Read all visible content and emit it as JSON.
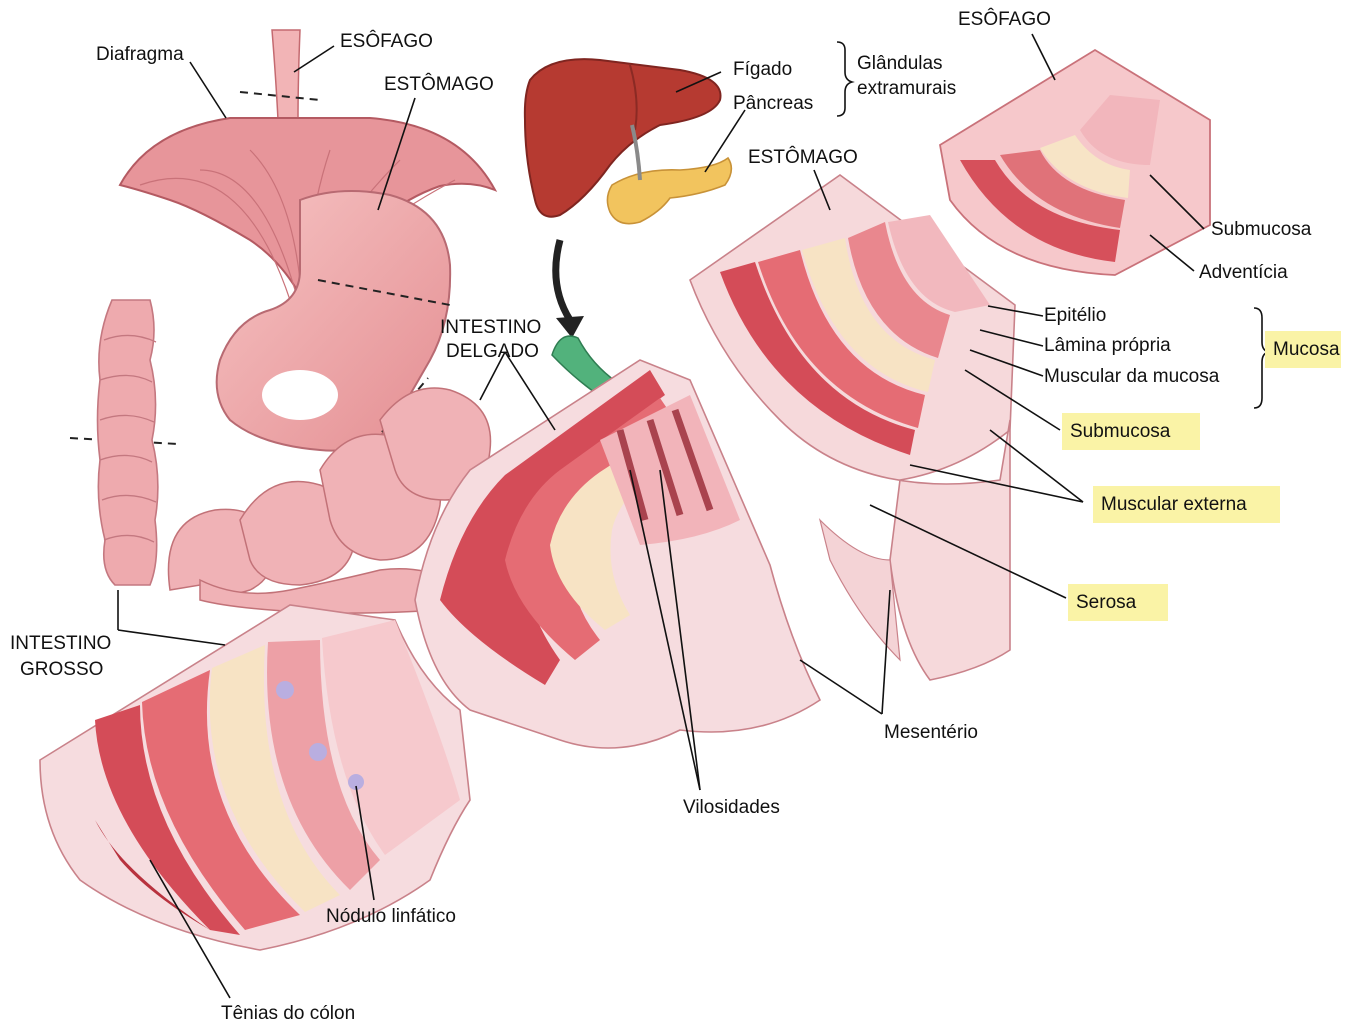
{
  "labels": {
    "diafragma": "Diafragma",
    "esofago_left": "ESÔFAGO",
    "estomago_left": "ESTÔMAGO",
    "figado": "Fígado",
    "pancreas": "Pâncreas",
    "glandulas_1": "Glândulas",
    "glandulas_2": "extramurais",
    "esofago_right": "ESÔFAGO",
    "estomago_right": "ESTÔMAGO",
    "submucosa_top": "Submucosa",
    "adventicia": "Adventícia",
    "epitelio": "Epitélio",
    "lamina_propria": "Lâmina própria",
    "muscular_mucosa": "Muscular da mucosa",
    "mucosa": "Mucosa",
    "submucosa": "Submucosa",
    "muscular_externa": "Muscular externa",
    "serosa": "Serosa",
    "intestino_delgado_1": "INTESTINO",
    "intestino_delgado_2": "DELGADO",
    "intestino_grosso_1": "INTESTINO",
    "intestino_grosso_2": "GROSSO",
    "mesenterio": "Mesentério",
    "vilosidades": "Vilosidades",
    "nodulo_linfatico": "Nódulo linfático",
    "tenias_colon": "Tênias do cólon"
  },
  "colors": {
    "highlight": "#faf3a6",
    "muscle": "#d9545e",
    "muscle_dark": "#b8323e",
    "submucosa": "#f7e6c8",
    "mucosa": "#f0b6bc",
    "serosa": "#f6d6d8",
    "liver": "#b83a30",
    "pancreas": "#f0c060",
    "duct_green": "#4fb07a"
  }
}
